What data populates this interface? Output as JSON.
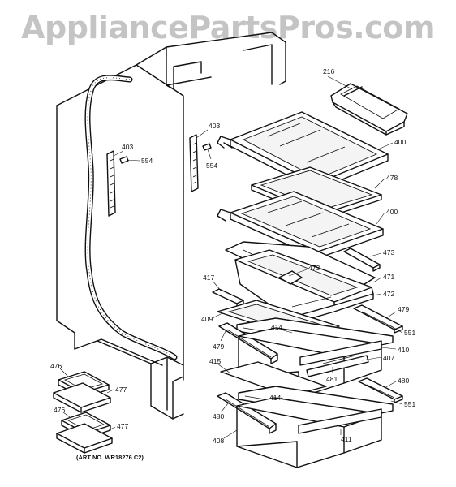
{
  "watermark": "AppliancePartsPros.com",
  "art_number": "(ART NO. WR18276 C2)",
  "labels": {
    "l216": "216",
    "l403a": "403",
    "l554a": "554",
    "l403b": "403",
    "l554b": "554",
    "l400a": "400",
    "l478": "478",
    "l400b": "400",
    "l473a": "473",
    "l473b": "473",
    "l471": "471",
    "l417": "417",
    "l472": "472",
    "l409": "409",
    "l479a": "479",
    "l414a": "414",
    "l551a": "551",
    "l479b": "479",
    "l410": "410",
    "l407": "407",
    "l415": "415",
    "l481": "481",
    "l476a": "476",
    "l477a": "477",
    "l480a": "480",
    "l414b": "414",
    "l551b": "551",
    "l476b": "476",
    "l477b": "477",
    "l480b": "480",
    "l411": "411",
    "l408": "408"
  }
}
